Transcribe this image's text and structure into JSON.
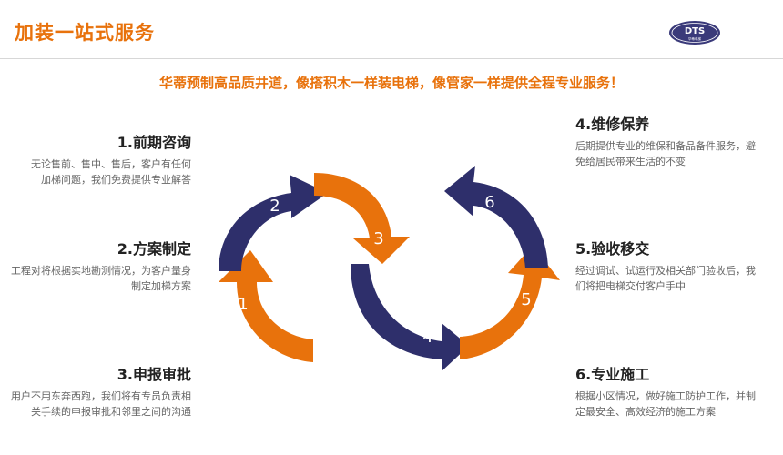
{
  "header": {
    "title": "加装一站式服务",
    "logo_text": "DTS",
    "logo_subtext": "华蒂电梯"
  },
  "slogan": "华蒂预制高品质井道，像搭积木一样装电梯，像管家一样提供全程专业服务！",
  "steps": [
    {
      "title": "1.前期咨询",
      "desc": "无论售前、售中、售后，客户有任何加梯问题，我们免费提供专业解答"
    },
    {
      "title": "2.方案制定",
      "desc": "工程对将根据实地勘测情况，为客户量身制定加梯方案"
    },
    {
      "title": "3.申报审批",
      "desc": "用户不用东奔西跑，我们将有专员负责相关手续的申报审批和邻里之间的沟通"
    },
    {
      "title": "4.维修保养",
      "desc": "后期提供专业的维保和备品备件服务，避免给居民带来生活的不变"
    },
    {
      "title": "5.验收移交",
      "desc": "经过调试、试运行及相关部门验收后，我们将把电梯交付客户手中"
    },
    {
      "title": "6.专业施工",
      "desc": "根据小区情况，做好施工防护工作，并制定最安全、高效经济的施工方案"
    }
  ],
  "cycle_labels": [
    "1",
    "2",
    "3",
    "4",
    "5",
    "6"
  ],
  "colors": {
    "accent": "#e8720c",
    "navy": "#2e2f6b",
    "text": "#222222",
    "desc": "#666666"
  }
}
